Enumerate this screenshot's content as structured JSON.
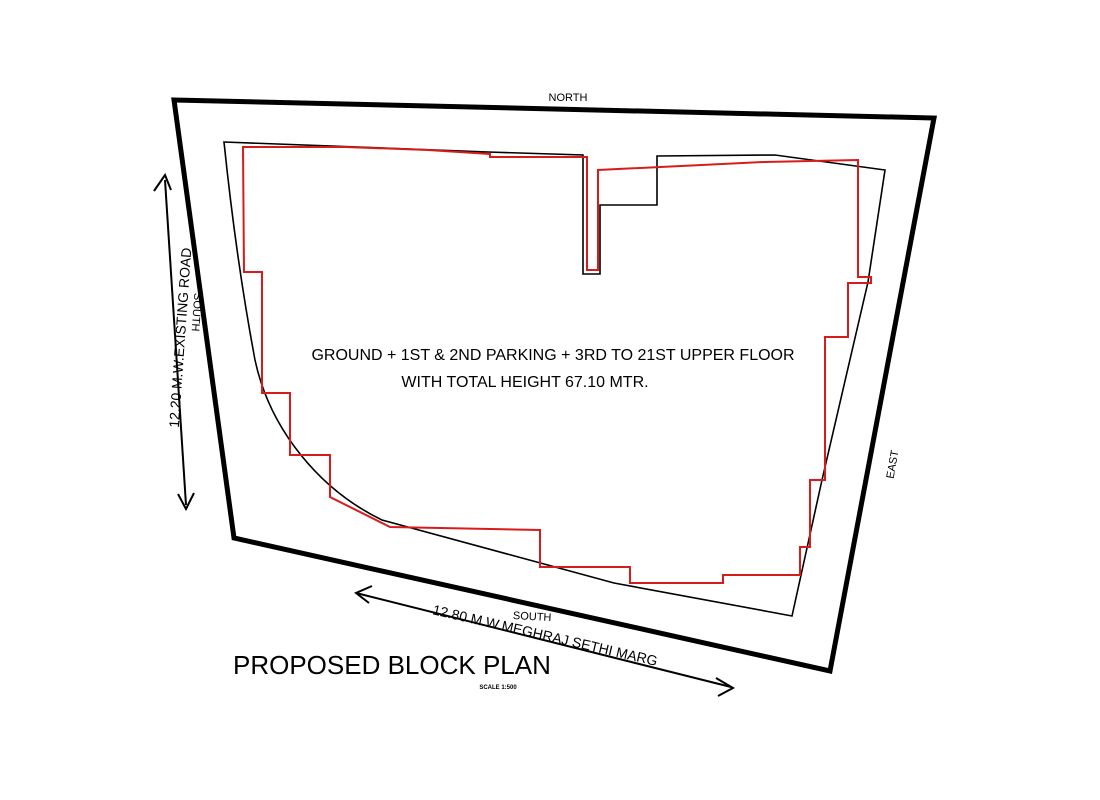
{
  "diagram": {
    "north_label": "NORTH",
    "south_label_left": "SOUTH",
    "south_label_bottom": "SOUTH",
    "east_label": "EAST",
    "left_road_label": "12.20 M.W.EXISTING ROAD",
    "bottom_road_label": "12.80 M.W.MEGHRAJ SETHI MARG",
    "building_note_line1": "GROUND + 1ST & 2ND PARKING + 3RD TO 21ST UPPER FLOOR",
    "building_note_line2": "WITH TOTAL HEIGHT 67.10 MTR.",
    "title": "PROPOSED BLOCK PLAN",
    "scale_note": "SCALE 1:500",
    "colors": {
      "plot_boundary": "#000000",
      "setback_line": "#000000",
      "building_footprint": "#d81b1b"
    }
  }
}
